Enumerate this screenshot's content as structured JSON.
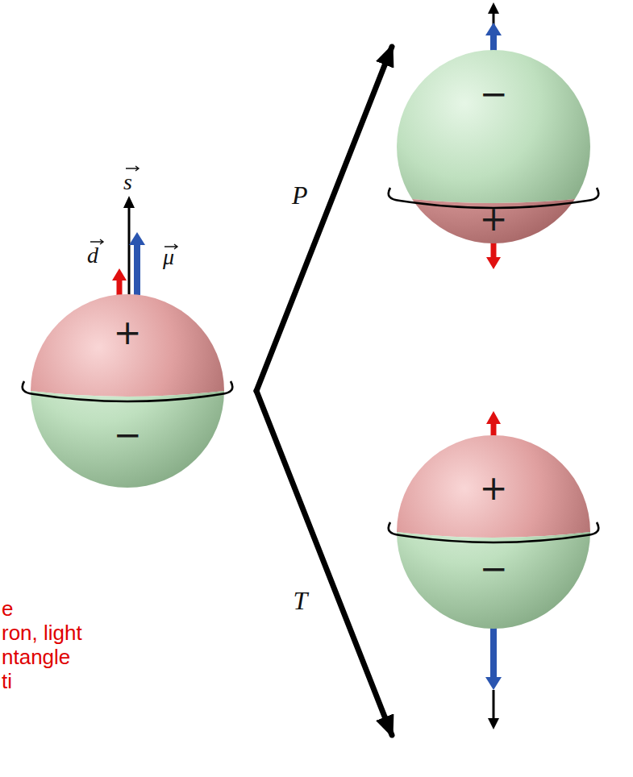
{
  "diagram": {
    "nodes": [
      {
        "text": [
          "+",
          "−"
        ]
      },
      {
        "text": [
          "−",
          "+"
        ]
      },
      {
        "text": [
          "+",
          "−"
        ]
      }
    ],
    "edges": [
      {
        "from": 0,
        "to": 1,
        "arrow": "to",
        "label": "P"
      },
      {
        "from": 0,
        "to": 2,
        "arrow": "to",
        "label": "T"
      }
    ],
    "labels": [
      "s",
      "d",
      "μ",
      "e",
      "ron, light",
      "ntangle",
      "ti"
    ]
  }
}
